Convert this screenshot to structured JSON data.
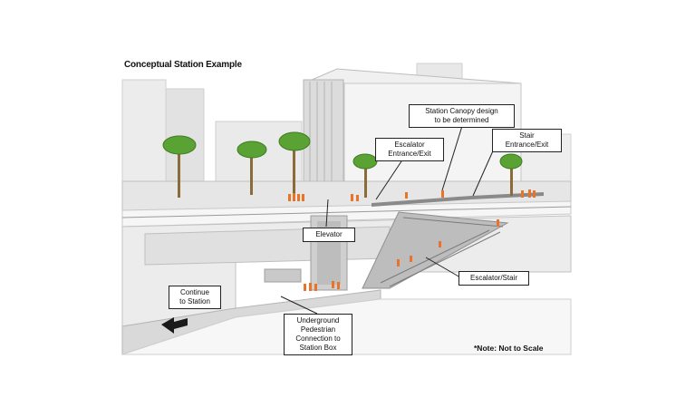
{
  "title": "Conceptual Station Example",
  "callouts": {
    "canopy": [
      "Station Canopy design",
      "to be determined"
    ],
    "escalator_entrance": [
      "Escalator",
      "Entrance/Exit"
    ],
    "stair_entrance": [
      "Stair",
      "Entrance/Exit"
    ],
    "elevator": [
      "Elevator"
    ],
    "escalator_stair": [
      "Escalator/Stair"
    ],
    "continue": [
      "Continue",
      "to Station"
    ],
    "underground": [
      "Underground",
      "Pedestrian",
      "Connection to",
      "Station Box"
    ]
  },
  "note": "*Note: Not to Scale",
  "colors": {
    "figure_orange": "#e8742a",
    "building_gray": "#e4e4e4",
    "shadow_gray": "#b8b8b8",
    "palm_green": "#5aa234"
  }
}
